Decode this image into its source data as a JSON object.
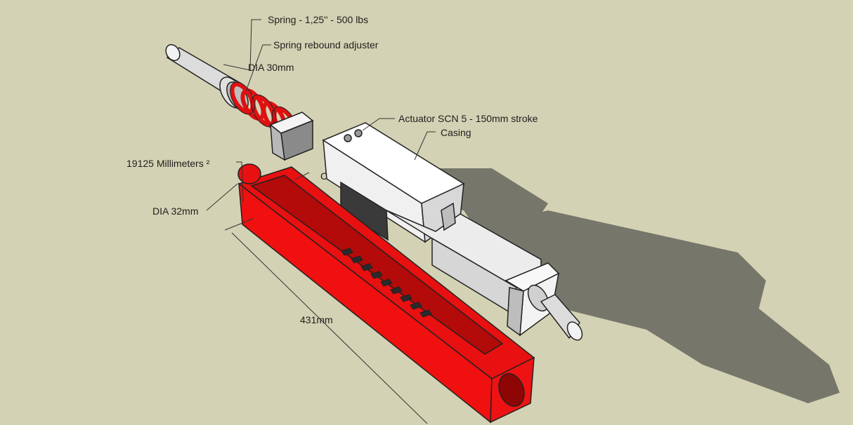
{
  "labels": {
    "spring": "Spring - 1,25'' - 500 lbs",
    "rebound": "Spring rebound adjuster",
    "dia30": "DIA 30mm",
    "actuator": "Actuator SCN 5 - 150mm stroke",
    "casing": "Casing",
    "area": "19125 Millimeters ²",
    "cut": "C",
    "dia32": "DIA 32mm",
    "length": "431mm"
  },
  "colors": {
    "background": "#d4d2b4",
    "shadow": "#76766a",
    "red": "#f01010",
    "dark_red": "#9a0606",
    "actuator_white": "#ffffff",
    "actuator_grey": "#c8c8c8",
    "rod": "#dcdcdc"
  }
}
